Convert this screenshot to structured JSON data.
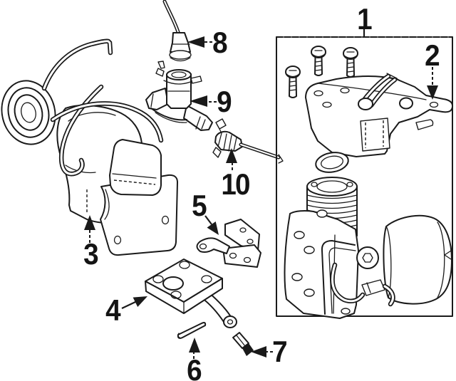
{
  "diagram": {
    "background_color": "#ffffff",
    "line_color": "#1a1a1a",
    "callouts": {
      "c1": "1",
      "c2": "2",
      "c3": "3",
      "c4": "4",
      "c5": "5",
      "c6": "6",
      "c7": "7",
      "c8": "8",
      "c9": "9",
      "c10": "10"
    }
  }
}
